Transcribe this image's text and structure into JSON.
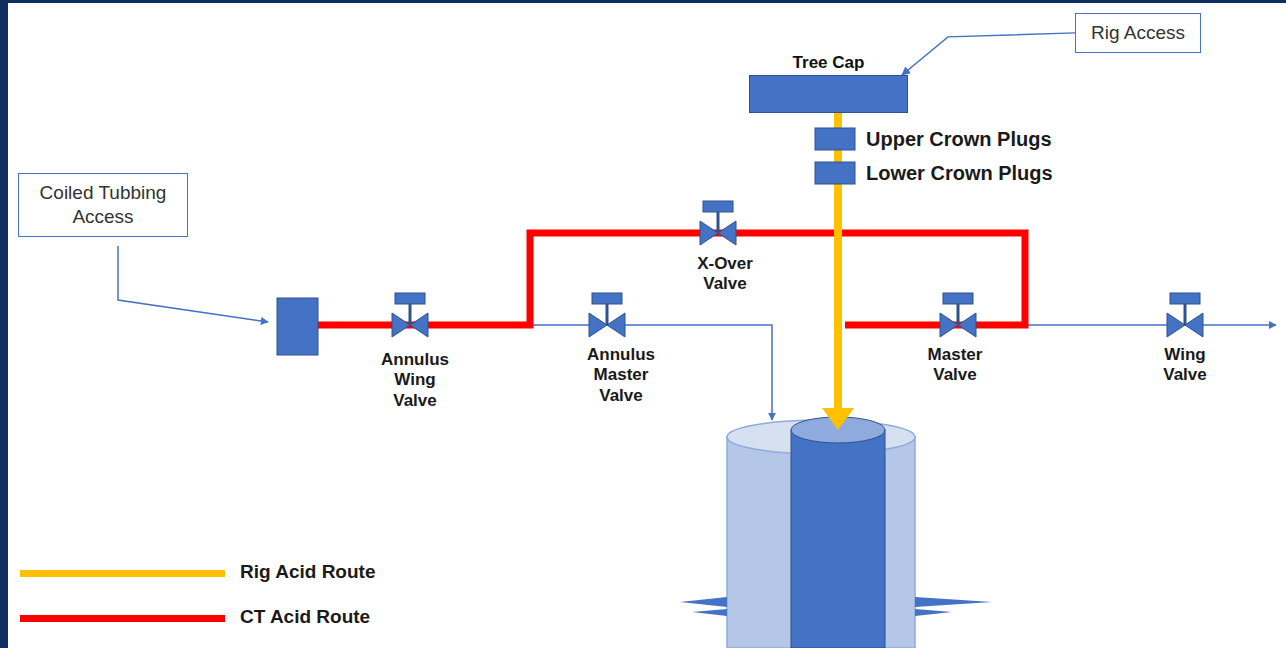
{
  "diagram": {
    "nodes": [
      {
        "text": [
          "Rig Access"
        ]
      },
      {
        "text": [
          "Tree Cap"
        ]
      },
      {
        "text": [
          "Coiled Tubbing Access"
        ]
      }
    ],
    "edges": [
      {
        "from": 0,
        "to": 1,
        "arrow": "to"
      }
    ],
    "labels": [
      "Upper Crown Plugs",
      "Lower Crown Plugs",
      "X-Over Valve",
      "Annulus Wing Valve",
      "Annulus Master Valve",
      "Master Valve",
      "Wing Valve"
    ],
    "legend": [
      {
        "text": "Rig Acid Route",
        "color": "#FFC000"
      },
      {
        "text": "CT Acid Route",
        "color": "#FF0000"
      }
    ]
  }
}
